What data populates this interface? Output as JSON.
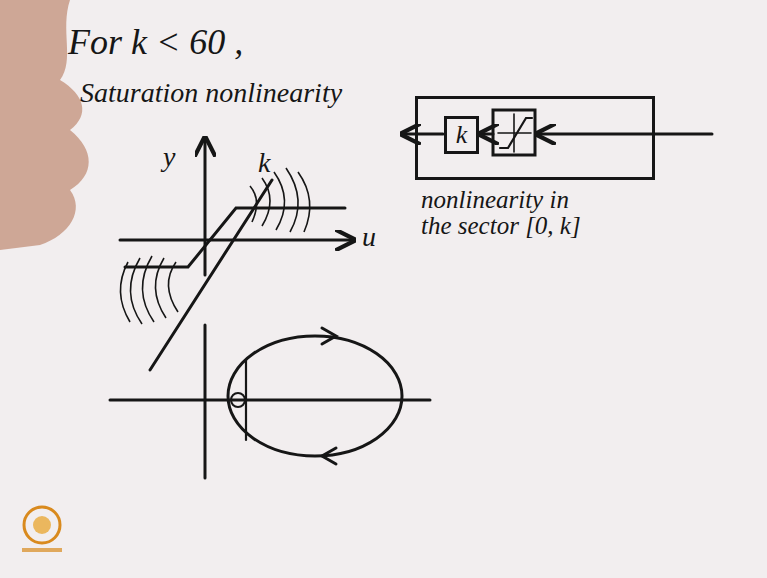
{
  "diagram": {
    "nodes": [
      {
        "text": [
          "nonlinearity in the sector [0, k]"
        ]
      },
      {
        "text": [
          "k"
        ],
        "in": 0
      }
    ],
    "labels": [
      "For k < 60 ,",
      "Saturation nonlinearity",
      "y",
      "k",
      "u"
    ]
  }
}
